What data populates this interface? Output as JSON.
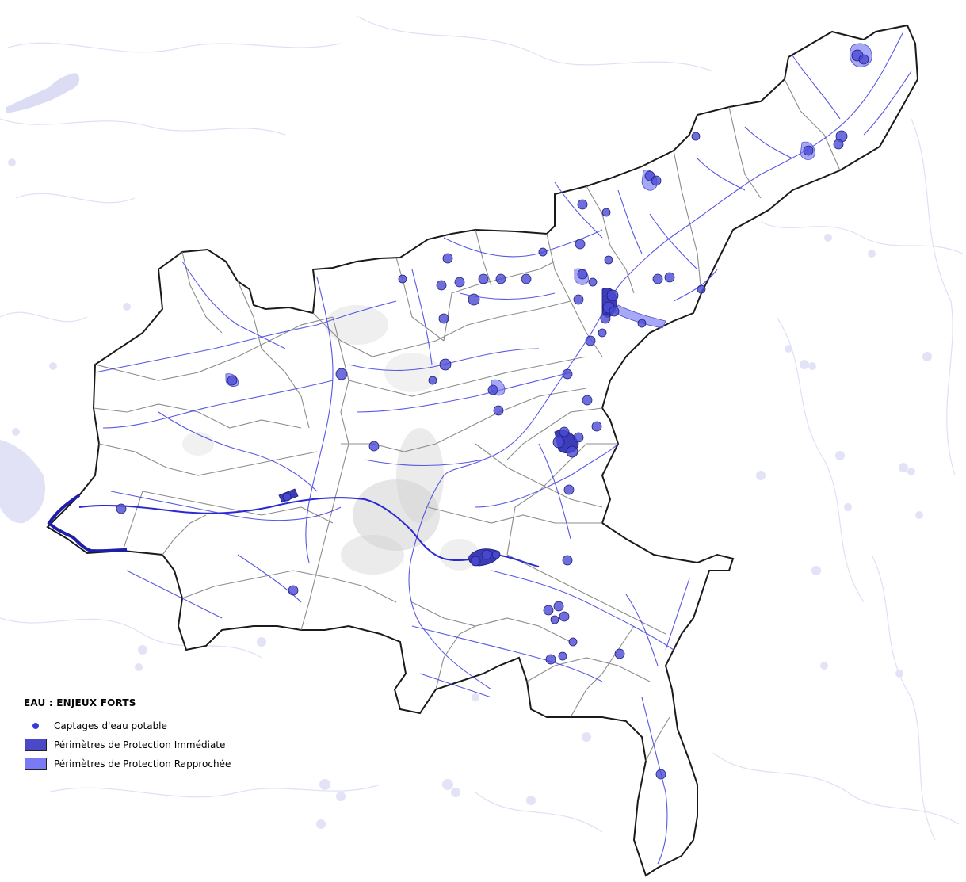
{
  "colors": {
    "background": "#ffffff",
    "outside_features": "#dcdcf5",
    "district_outline": "#1a1a1a",
    "commune_lines": "#8a8a8a",
    "rivers": "#3a3ae0",
    "urban_fabric": "#cfcfcf",
    "captage_fill": "#4a4ad4",
    "captage_stroke": "#1e1e7a",
    "ppi_fill": "#3c3cb8",
    "ppr_fill": "#7070f0"
  },
  "legend": {
    "title": "EAU : ENJEUX FORTS",
    "items": [
      {
        "label": "Captages d'eau potable",
        "symbol": "dot",
        "color": "#3a3ad8"
      },
      {
        "label": "Périmètres de Protection Immédiate",
        "symbol": "box",
        "color": "#4a4ac8"
      },
      {
        "label": "Périmètres de Protection Rapprochée",
        "symbol": "box",
        "color": "#7a7af5"
      }
    ]
  }
}
